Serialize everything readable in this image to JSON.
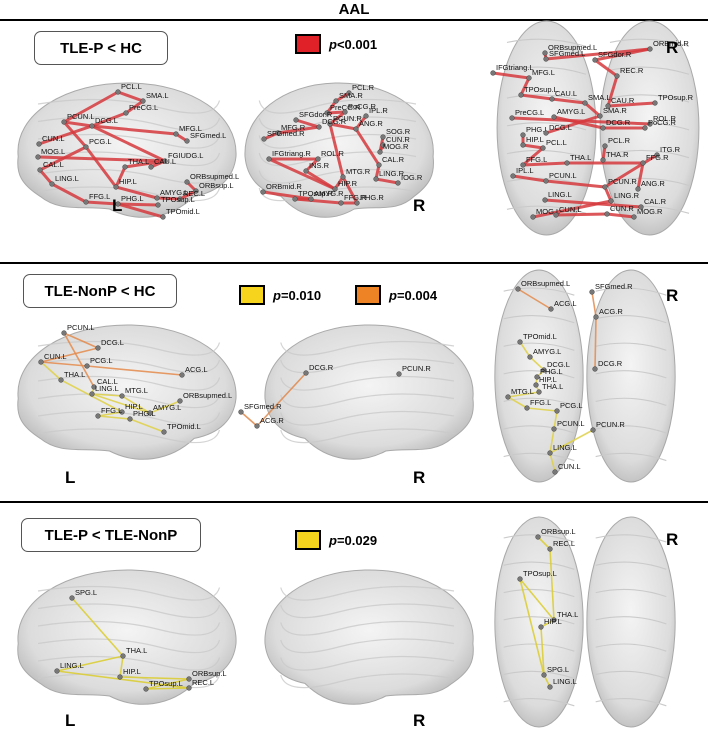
{
  "figure_title": "AAL",
  "panels": [
    {
      "label": "TLE-P < HC",
      "legend": [
        {
          "p_prefix": "p",
          "p_value": "<0.001",
          "color": "#e02127"
        }
      ],
      "edge_color": "#d9383c",
      "side_labels": [
        "L",
        "R",
        "R"
      ],
      "left_nodes": [
        "PCL.L",
        "SMA.L",
        "PreCG.L",
        "PCUN.L",
        "DCG.L",
        "MFG.L",
        "SFGmed.L",
        "PCG.L",
        "CUN.L",
        "MOG.L",
        "FGIUDG.L",
        "CAL.L",
        "THA.L",
        "CAU.L",
        "LING.L",
        "ORBsupmed.L",
        "ORBsup.L",
        "HIP.L",
        "AMYG.L",
        "REC.L",
        "FFG.L",
        "PHG.L",
        "TPOsup.L",
        "TPOmid.L"
      ],
      "right_nodes": [
        "PCL.R",
        "SMA.R",
        "PreCG.R",
        "PoCG.R",
        "SFGdor.R",
        "IPL.R",
        "PCUN.R",
        "MFG.R",
        "DCG.R",
        "ANG.R",
        "SFGmed.R",
        "SOG.R",
        "CUN.R",
        "MOG.R",
        "IFGtriang.R",
        "ROL.R",
        "INS.R",
        "CAL.R",
        "LING.R",
        "IOG.R",
        "HIP.R",
        "MTG.R",
        "ORBmid.R",
        "AMYG.R",
        "TPOsup.R",
        "FFG.R",
        "PHG.R"
      ],
      "top_nodes": [
        "ORBsupmed.L",
        "SFGmed.L",
        "ORBmid.R",
        "SFGdor.R",
        "IFGtriang.L",
        "MFG.L",
        "REC.R",
        "TPOsup.L",
        "CAU.L",
        "SMA.L",
        "CAU.R",
        "TPOsup.R",
        "PreCG.L",
        "AMYG.L",
        "SMA.R",
        "ROL.R",
        "PHG.L",
        "DCG.L",
        "DCG.R",
        "PoCG.R",
        "HIP.L",
        "PCL.L",
        "PCL.R",
        "ITG.R",
        "FFG.L",
        "THA.L",
        "THA.R",
        "FFG.R",
        "IPL.L",
        "PCUN.L",
        "PCUN.R",
        "ANG.R",
        "LING.L",
        "LING.R",
        "CAL.R",
        "MOG.L",
        "CUN.L",
        "CUN.R",
        "MOG.R"
      ]
    },
    {
      "label": "TLE-NonP < HC",
      "legend": [
        {
          "p_prefix": "p",
          "p_value": "=0.010",
          "color": "#f6d31c"
        },
        {
          "p_prefix": "p",
          "p_value": "=0.004",
          "color": "#ee8325"
        }
      ],
      "side_labels": [
        "L",
        "R",
        "R"
      ],
      "left_nodes": [
        "PCUN.L",
        "DCG.L",
        "CUN.L",
        "PCG.L",
        "ACG.L",
        "THA.L",
        "CAL.L",
        "LING.L",
        "MTG.L",
        "HIP.L",
        "AMYG.L",
        "ORBsupmed.L",
        "FFG.L",
        "PHG.L",
        "TPOmid.L"
      ],
      "right_nodes": [
        "DCG.R",
        "PCUN.R",
        "SFGmed.R",
        "ACG.R"
      ],
      "top_nodes": [
        "ORBsupmed.L",
        "SFGmed.R",
        "ACG.L",
        "ACG.R",
        "TPOmid.L",
        "AMYG.L",
        "DCG.L",
        "DCG.R",
        "PHG.L",
        "HIP.L",
        "THA.L",
        "MTG.L",
        "FFG.L",
        "PCG.L",
        "PCUN.L",
        "PCUN.R",
        "LING.L",
        "CUN.L"
      ]
    },
    {
      "label": "TLE-P < TLE-NonP",
      "legend": [
        {
          "p_prefix": "p",
          "p_value": "=0.029",
          "color": "#f6d31c"
        }
      ],
      "side_labels": [
        "L",
        "R",
        "R"
      ],
      "left_nodes": [
        "SPG.L",
        "THA.L",
        "LING.L",
        "HIP.L",
        "ORBsup.L",
        "TPOsup.L",
        "REC.L"
      ],
      "right_nodes": [],
      "top_nodes": [
        "ORBsup.L",
        "REC.L",
        "TPOsup.L",
        "THA.L",
        "HIP.L",
        "SPG.L",
        "LING.L"
      ]
    }
  ]
}
